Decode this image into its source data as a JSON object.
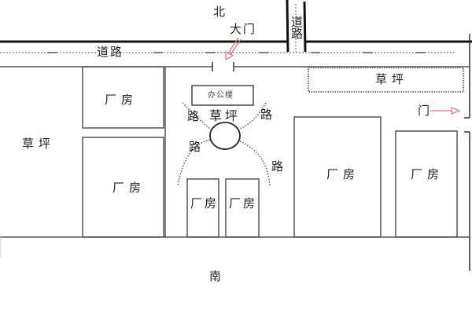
{
  "compass": {
    "north": "北",
    "south": "南"
  },
  "main_gate": {
    "label": "大门",
    "arrow_color": "#e07070"
  },
  "side_gate": {
    "label": "门",
    "arrow_color": "#e07070"
  },
  "roads": {
    "north_road": "道路",
    "vertical_road": "道路",
    "paths": [
      "路",
      "路",
      "路",
      "路"
    ]
  },
  "lawns": {
    "west": "草坪",
    "center": "草坪",
    "northeast": "草坪"
  },
  "office": {
    "label": "办公楼"
  },
  "factories": [
    {
      "id": "factory-nw",
      "label": "厂房"
    },
    {
      "id": "factory-w",
      "label": "厂房"
    },
    {
      "id": "factory-center-left",
      "label": "厂房"
    },
    {
      "id": "factory-center-right",
      "label": "厂房"
    },
    {
      "id": "factory-east-1",
      "label": "厂房"
    },
    {
      "id": "factory-east-2",
      "label": "厂房"
    }
  ],
  "colors": {
    "line": "#555555",
    "wall": "#111111",
    "dotted": "#444444",
    "accent": "#e07070"
  }
}
